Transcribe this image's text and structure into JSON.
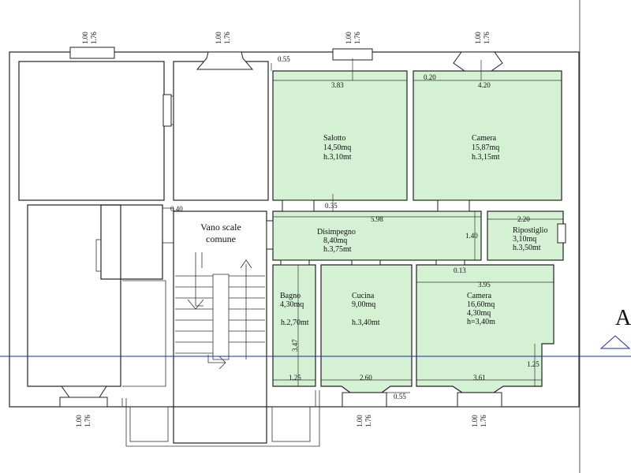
{
  "colors": {
    "room_fill": "#d4f1d4",
    "wall": "#222222",
    "section_line": "#1a2ea0",
    "section_text": "#1a2ea0"
  },
  "window_dims": {
    "width": "1.00",
    "height": "1.76"
  },
  "rooms": {
    "salotto": {
      "name": "Salotto",
      "area": "14,50mq",
      "height": "h.3,10mt"
    },
    "camera_top": {
      "name": "Camera",
      "area": "15,87mq",
      "height": "h.3,15mt"
    },
    "disimpegno": {
      "name": "Disimpegno",
      "area": "8,40mq",
      "height": "h.3,75mt"
    },
    "ripostiglio": {
      "name": "Ripostiglio",
      "area": "3,10mq",
      "height": "h.3,50mt"
    },
    "bagno": {
      "name": "Bagno",
      "area": "4,30mq",
      "height": "h.2,70mt"
    },
    "cucina": {
      "name": "Cucina",
      "area": "9,00mq",
      "height": "h.3,40mt"
    },
    "camera_bottom": {
      "name": "Camera",
      "area": "16,60mq",
      "area2": "4,30mq",
      "height": "h=3,40m"
    },
    "stairs": {
      "name_line1": "Vano scale",
      "name_line2": "comune"
    }
  },
  "dimensions": {
    "d_055_top": "0.55",
    "d_383": "3.83",
    "d_020": "0.20",
    "d_420": "4.20",
    "d_040": "0.40",
    "d_035": "0.35",
    "d_598": "5.98",
    "d_220": "2.20",
    "d_140": "1.40",
    "d_013": "0.13",
    "d_395": "3.95",
    "d_347": "3.47",
    "d_125_left": "1.25",
    "d_260": "2.60",
    "d_055_bottom": "0.55",
    "d_361": "3.61",
    "d_125_right": "1.25"
  },
  "section_marker": {
    "letter": "A"
  }
}
